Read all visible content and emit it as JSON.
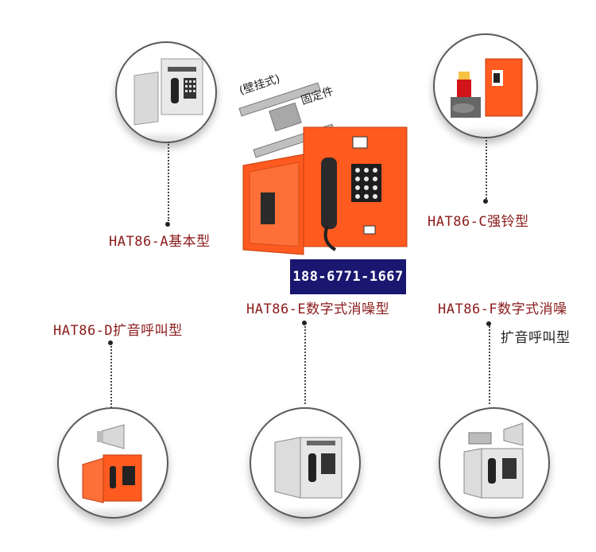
{
  "center": {
    "phone_number": "188-6771-1667",
    "bracket_label_1": "(壁挂式)",
    "bracket_label_2": "固定件"
  },
  "products": [
    {
      "id": "a",
      "label": "HAT86-A基本型"
    },
    {
      "id": "c",
      "label": "HAT86-C强铃型"
    },
    {
      "id": "d",
      "label": "HAT86-D扩音呼叫型"
    },
    {
      "id": "e",
      "label": "HAT86-E数字式消噪型"
    },
    {
      "id": "f_line1",
      "label": "HAT86-F数字式消噪"
    },
    {
      "id": "f_line2",
      "label": "扩音呼叫型"
    }
  ],
  "colors": {
    "accent_orange": "#ff5a1f",
    "label_red": "#8b1a1a",
    "banner_blue": "#1a1770"
  }
}
